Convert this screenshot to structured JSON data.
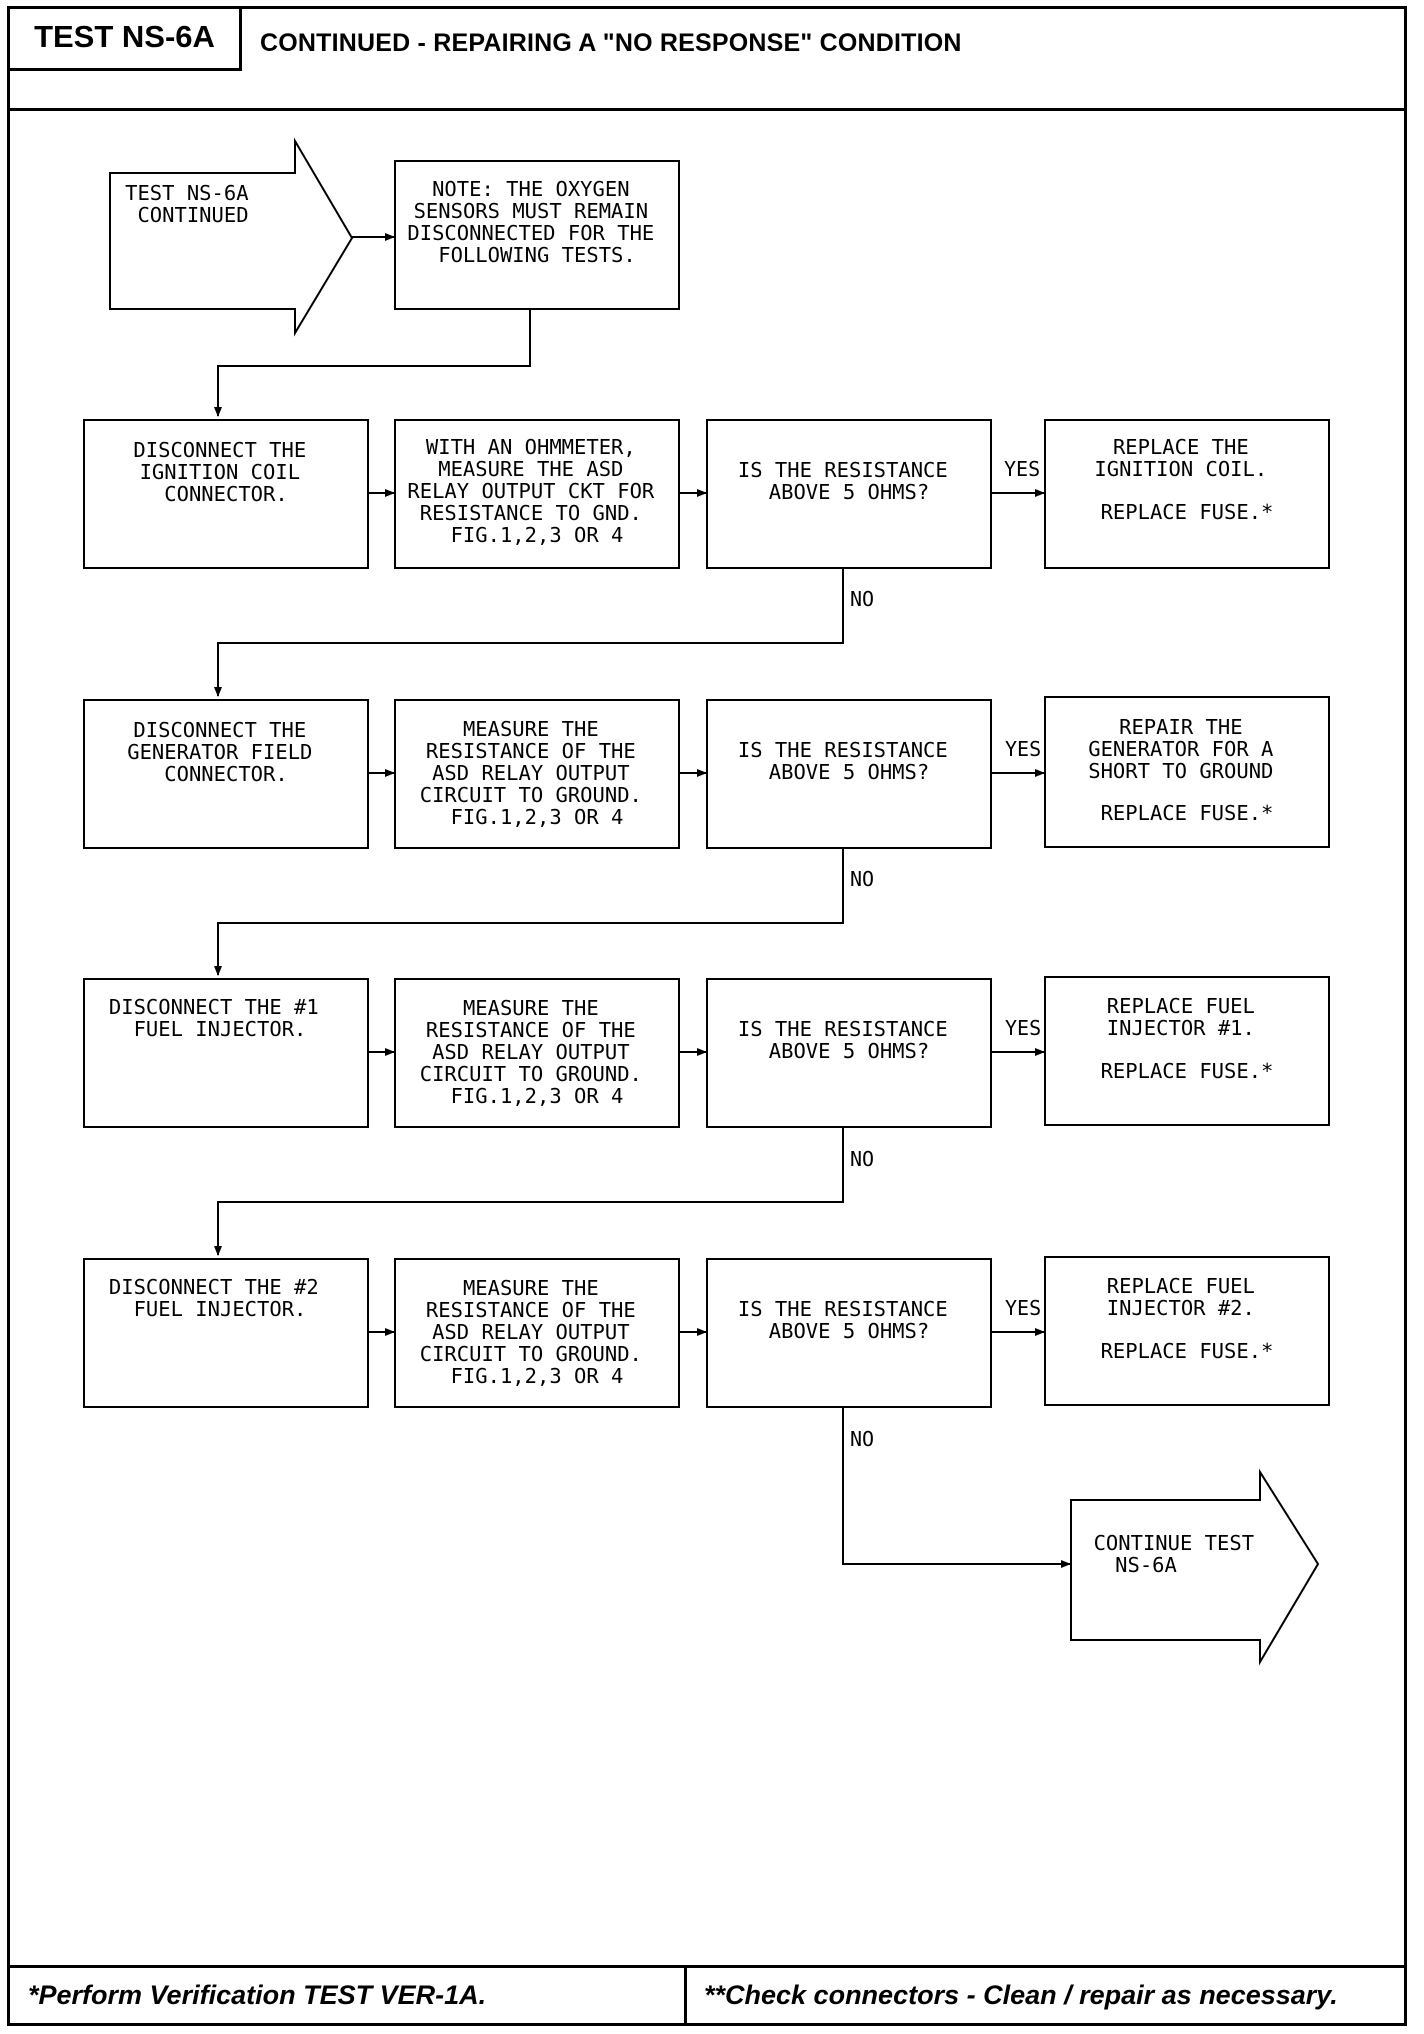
{
  "header": {
    "test_id": "TEST NS-6A",
    "title": "CONTINUED - REPAIRING A \"NO RESPONSE\" CONDITION"
  },
  "footer": {
    "left": "*Perform Verification TEST VER-1A.",
    "right": "**Check connectors - Clean / repair as necessary."
  },
  "flow": {
    "start_arrow": [
      "TEST NS-6A",
      "CONTINUED"
    ],
    "note": [
      "NOTE: THE OXYGEN",
      "SENSORS MUST REMAIN",
      "DISCONNECTED FOR THE",
      "FOLLOWING TESTS."
    ],
    "yes_label": "YES",
    "no_label": "NO",
    "rows": [
      {
        "action": [
          "DISCONNECT THE",
          "IGNITION COIL",
          "CONNECTOR."
        ],
        "measure": [
          "WITH AN OHMMETER,",
          "MEASURE THE ASD",
          "RELAY OUTPUT CKT FOR",
          "RESISTANCE TO GND.",
          "FIG.1,2,3 OR 4"
        ],
        "question": [
          "IS THE RESISTANCE",
          "ABOVE 5 OHMS?"
        ],
        "result": [
          "REPLACE THE",
          "IGNITION COIL.",
          "",
          "REPLACE FUSE.*"
        ]
      },
      {
        "action": [
          "DISCONNECT THE",
          "GENERATOR FIELD",
          "CONNECTOR."
        ],
        "measure": [
          "MEASURE THE",
          "RESISTANCE OF THE",
          "ASD RELAY OUTPUT",
          "CIRCUIT TO GROUND.",
          "FIG.1,2,3 OR 4"
        ],
        "question": [
          "IS THE RESISTANCE",
          "ABOVE 5 OHMS?"
        ],
        "result": [
          "REPAIR THE",
          "GENERATOR FOR A",
          "SHORT TO GROUND",
          "",
          "REPLACE FUSE.*"
        ]
      },
      {
        "action": [
          "DISCONNECT THE #1",
          "FUEL INJECTOR."
        ],
        "measure": [
          "MEASURE THE",
          "RESISTANCE OF THE",
          "ASD RELAY OUTPUT",
          "CIRCUIT TO GROUND.",
          "FIG.1,2,3 OR 4"
        ],
        "question": [
          "IS THE RESISTANCE",
          "ABOVE 5 OHMS?"
        ],
        "result": [
          "REPLACE FUEL",
          "INJECTOR #1.",
          "",
          "REPLACE FUSE.*"
        ]
      },
      {
        "action": [
          "DISCONNECT THE #2",
          "FUEL INJECTOR."
        ],
        "measure": [
          "MEASURE THE",
          "RESISTANCE OF THE",
          "ASD RELAY OUTPUT",
          "CIRCUIT TO GROUND.",
          "FIG.1,2,3 OR 4"
        ],
        "question": [
          "IS THE RESISTANCE",
          "ABOVE 5 OHMS?"
        ],
        "result": [
          "REPLACE FUEL",
          "INJECTOR #2.",
          "",
          "REPLACE FUSE.*"
        ]
      }
    ],
    "end_arrow": [
      "CONTINUE TEST",
      "NS-6A"
    ]
  }
}
